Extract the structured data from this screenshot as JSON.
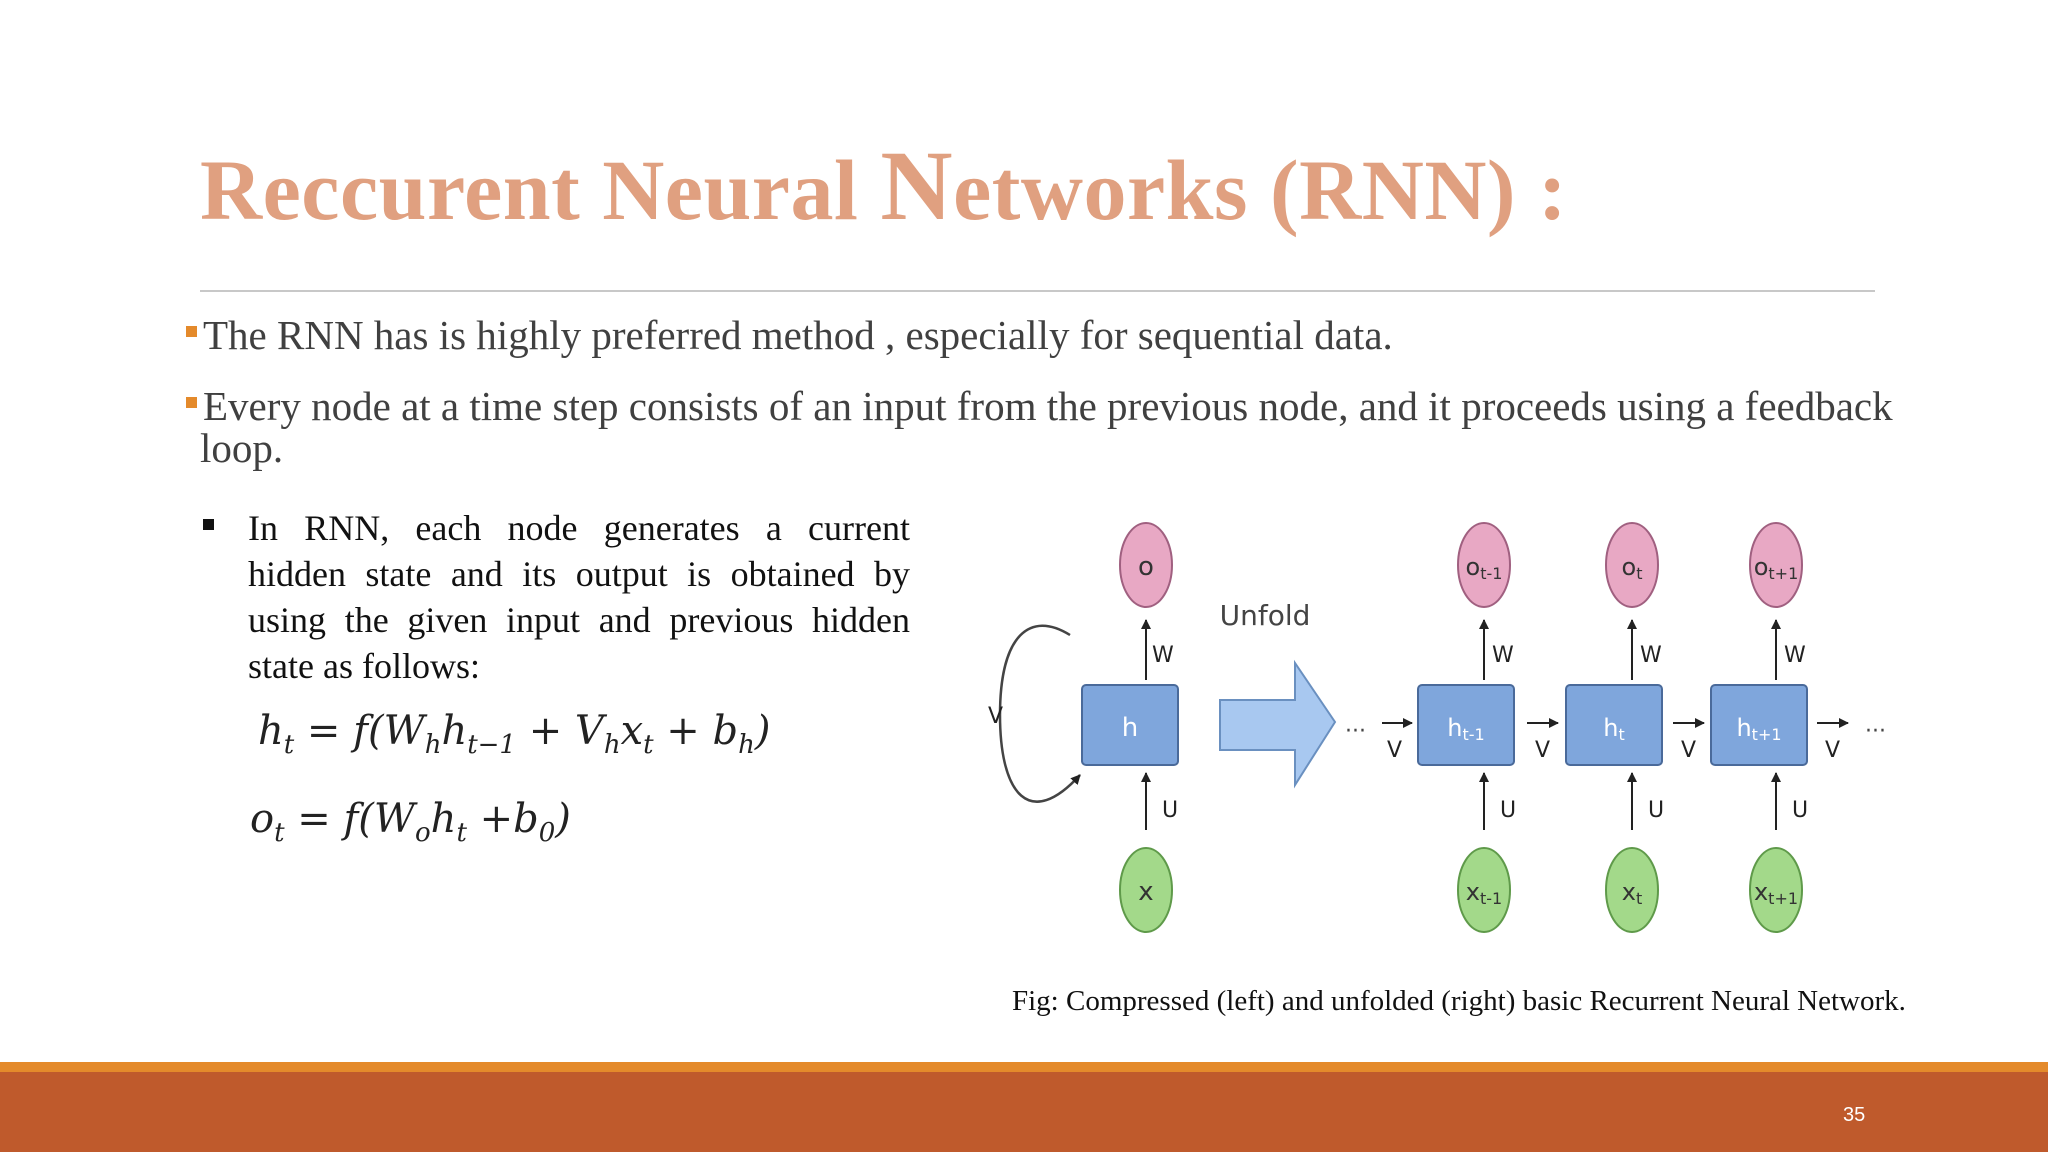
{
  "slide": {
    "title_a": "Reccurent Neural ",
    "title_b": "N",
    "title_c": "etworks (RNN) :",
    "bullets": [
      "The RNN has is highly preferred method , especially for sequential data.",
      "Every node at a time step consists of an input from the previous node, and it proceeds using a feedback",
      "loop."
    ],
    "sub_bullet": "In RNN, each node generates a current hidden state and its output is obtained by using the given input and previous hidden state as follows:",
    "equations": {
      "eq1": {
        "lhs": "h",
        "lhs_sub": "t",
        "f": " = f(W",
        "s1": "h",
        "m1": "h",
        "s2": "t−1",
        "m2": " + V",
        "s3": "h",
        "m3": "x",
        "s4": "t",
        "m4": "  + b",
        "s5": "h",
        "end": ")"
      },
      "eq2": {
        "lhs": "o",
        "lhs_sub": "t",
        "f": " = f(W",
        "s1": "o",
        "m1": "h",
        "s2": "t",
        "m2": " +b",
        "s3": "0",
        "end": ")"
      }
    },
    "caption": "Fig: Compressed (left) and unfolded (right) basic Recurrent Neural Network.",
    "page_number": "35"
  },
  "diagram": {
    "unfold_label": "Unfold",
    "compressed": {
      "output": "o",
      "hidden": "h",
      "input": "x",
      "w": "W",
      "u": "U",
      "v": "V"
    },
    "unfolded": [
      {
        "output": "o",
        "output_sub": "t-1",
        "hidden": "h",
        "hidden_sub": "t-1",
        "input": "x",
        "input_sub": "t-1"
      },
      {
        "output": "o",
        "output_sub": "t",
        "hidden": "h",
        "hidden_sub": "t",
        "input": "x",
        "input_sub": "t"
      },
      {
        "output": "o",
        "output_sub": "t+1",
        "hidden": "h",
        "hidden_sub": "t+1",
        "input": "x",
        "input_sub": "t+1"
      }
    ],
    "weights": {
      "w": "W",
      "u": "U",
      "v": "V"
    },
    "ellipsis": "···"
  },
  "colors": {
    "title": "#e0a080",
    "accent": "#e48a2b",
    "footer": "#bf5a2c",
    "hidden_node": "#7fa6dc",
    "output_node": "#e8a8c4",
    "input_node": "#a3d98a",
    "unfold_arrow": "#a8c8f0"
  }
}
